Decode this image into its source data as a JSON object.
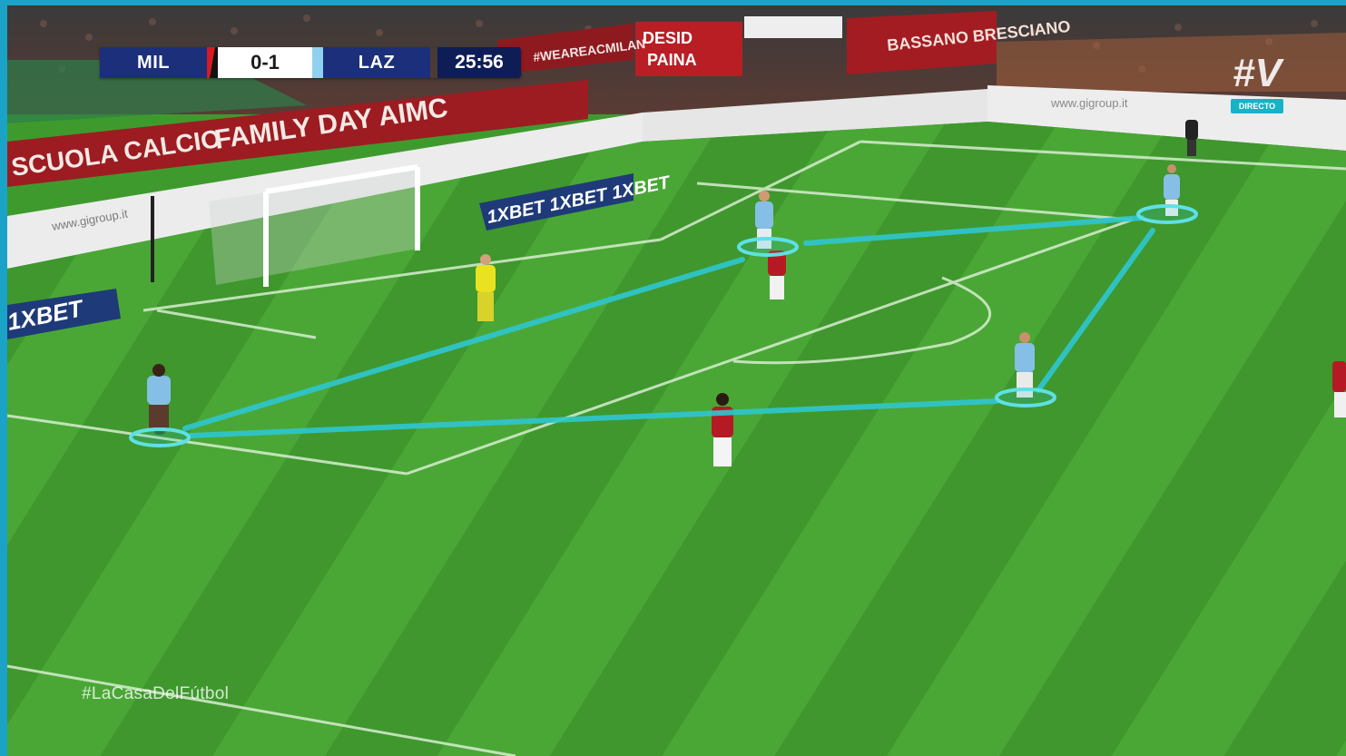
{
  "scoreboard": {
    "home": "MIL",
    "score": "0-1",
    "away": "LAZ",
    "clock": "25:56"
  },
  "broadcast": {
    "watermark": "#LaCasaDelFútbol",
    "channel_logo": "#V",
    "live_badge": "DIRECTO"
  },
  "stadium_signage": {
    "banner_school": "SCUOLA CALCIO",
    "banner_family": "FAMILY DAY AIMC",
    "board_sponsor_1": "1XBET 1XBET 1XBET",
    "board_sponsor_2": "1XBET",
    "board_gigroup": "www.gigroup.it",
    "banner_bassano": "BASSANO BRESCIANO",
    "banner_desid": "DESID",
    "banner_paina": "PAINA",
    "banner_hashtag": "#WEAREACMILAN"
  },
  "colors": {
    "pitch_light": "#4aa736",
    "pitch_dark": "#3d952c",
    "overlay_line": "#2fc6d0",
    "lazio_kit": "#86bfe6",
    "milan_kit": "#b51a24",
    "keeper_kit": "#e8e220",
    "frame_border": "#1aa3c7"
  }
}
